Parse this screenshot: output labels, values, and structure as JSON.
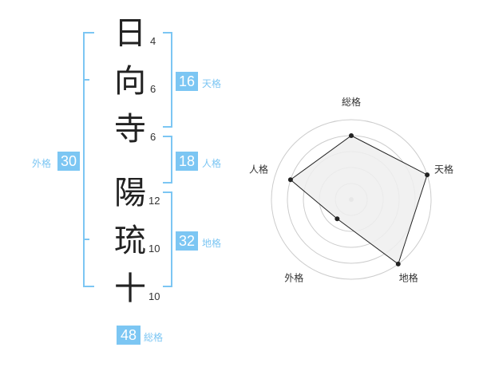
{
  "name_chars": [
    {
      "char": "日",
      "strokes": "4"
    },
    {
      "char": "向",
      "strokes": "6"
    },
    {
      "char": "寺",
      "strokes": "6"
    },
    {
      "char": "陽",
      "strokes": "12"
    },
    {
      "char": "琉",
      "strokes": "10"
    },
    {
      "char": "十",
      "strokes": "10"
    }
  ],
  "kaku": {
    "tenkaku": {
      "value": "16",
      "label": "天格"
    },
    "jinkaku": {
      "value": "18",
      "label": "人格"
    },
    "chikaku": {
      "value": "32",
      "label": "地格"
    },
    "gaikaku": {
      "value": "30",
      "label": "外格"
    },
    "soukaku": {
      "value": "48",
      "label": "総格"
    }
  },
  "chart_data": {
    "type": "radar",
    "axes": [
      "総格",
      "天格",
      "地格",
      "外格",
      "人格"
    ],
    "levels": 5,
    "values": [
      4,
      5,
      5,
      1.5,
      4
    ],
    "max": 5,
    "colors": {
      "fill": "#eeeeee",
      "stroke": "#222222",
      "grid": "#cccccc"
    }
  },
  "colors": {
    "accent": "#7cc6f3",
    "text": "#222222"
  }
}
